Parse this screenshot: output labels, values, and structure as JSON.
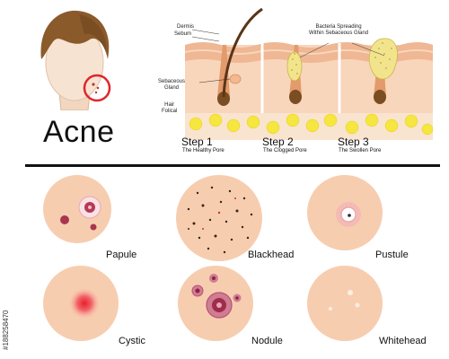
{
  "title": "Acne",
  "anatomy_labels": {
    "dermis": "Dermis",
    "sebum": "Sebum",
    "sebaceous_gland": "Sebaceous\nGland",
    "hair_follicle": "Hair\nFolical",
    "bacteria": "Bacteria Spreading\nWithin Sebaceous Gland"
  },
  "steps": [
    {
      "title": "Step 1",
      "subtitle": "The Healthy Pore"
    },
    {
      "title": "Step 2",
      "subtitle": "The Clogged Pore"
    },
    {
      "title": "Step 3",
      "subtitle": "The Swollen Pore"
    }
  ],
  "acne_types": [
    {
      "label": "Papule"
    },
    {
      "label": "Blackhead"
    },
    {
      "label": "Pustule"
    },
    {
      "label": "Cystic"
    },
    {
      "label": "Nodule"
    },
    {
      "label": "Whitehead"
    }
  ],
  "stock_id": "#188258470",
  "colors": {
    "skin": "#f7d3b6",
    "skin_dark": "#e9b48e",
    "hair": "#8b5a2b",
    "fat": "#f5e640",
    "highlight_ring": "#e0262b",
    "divider": "#111111"
  }
}
